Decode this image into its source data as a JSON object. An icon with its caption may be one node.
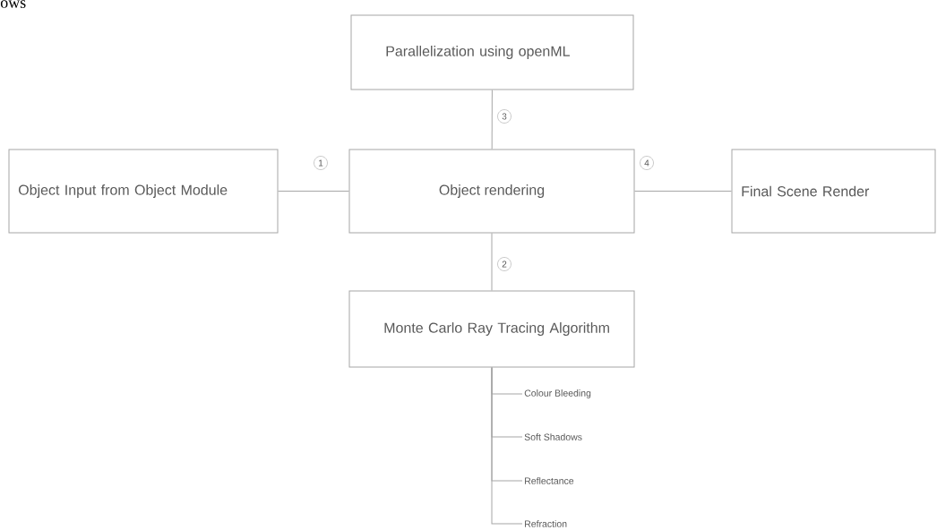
{
  "diagram": {
    "nodes": [
      {
        "text": [
          "Parallelization using openML"
        ]
      },
      {
        "text": [
          "Object Input from Object Module"
        ]
      },
      {
        "text": [
          "Object rendering"
        ]
      },
      {
        "text": [
          "Final Scene Render"
        ]
      },
      {
        "text": [
          "Monte Carlo Ray Tracing Algorithm"
        ]
      },
      {
        "text": [
          "Colour Bleeding"
        ]
      },
      {
        "text": [
          "Soft Shadows"
        ]
      },
      {
        "text": [
          "Reflectance"
        ]
      },
      {
        "text": [
          "Refraction"
        ]
      }
    ],
    "edges": [
      {
        "from": 1,
        "to": 2,
        "arrow": "none",
        "label": "1"
      },
      {
        "from": 2,
        "to": 4,
        "arrow": "none",
        "label": "2"
      },
      {
        "from": 2,
        "to": 0,
        "arrow": "none",
        "label": "3"
      },
      {
        "from": 2,
        "to": 3,
        "arrow": "none",
        "label": "4"
      },
      {
        "from": 4,
        "to": 5,
        "arrow": "none"
      },
      {
        "from": 4,
        "to": 6,
        "arrow": "none"
      },
      {
        "from": 4,
        "to": 7,
        "arrow": "none"
      },
      {
        "from": 4,
        "to": 8,
        "arrow": "none"
      }
    ],
    "labels": [
      "ows"
    ]
  }
}
